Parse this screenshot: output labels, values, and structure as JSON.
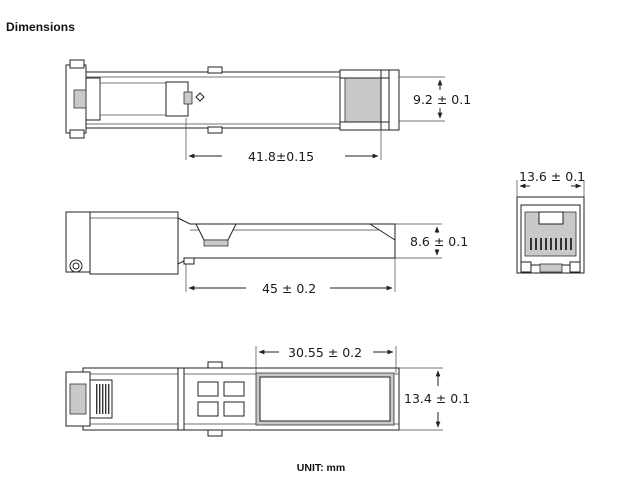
{
  "page": {
    "heading": "Dimensions"
  },
  "dimensions": {
    "top_view_width": "9.2 ± 0.1",
    "top_view_length": "41.8±0.15",
    "end_view_width": "13.6 ± 0.1",
    "side_view_height": "8.6 ± 0.1",
    "side_view_length": "45 ± 0.2",
    "bottom_view_window": "30.55 ± 0.2",
    "bottom_view_width": "13.4 ± 0.1"
  },
  "footer": {
    "unit": "UNIT: mm"
  }
}
